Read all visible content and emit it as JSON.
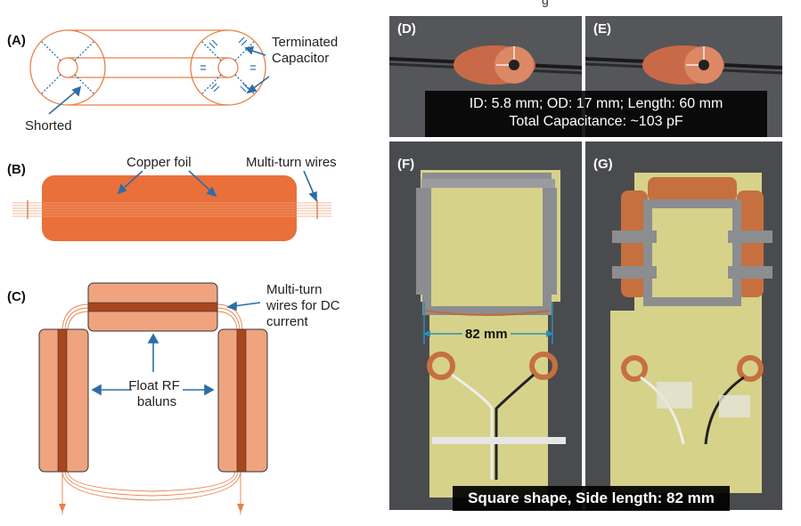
{
  "figure_top_text": "g",
  "panel_a": {
    "label": "(A)",
    "terminated_capacitor": [
      "Terminated",
      "Capacitor"
    ],
    "shorted": "Shorted"
  },
  "panel_b": {
    "label": "(B)",
    "copper_foil": "Copper foil",
    "multi_turn_wires": "Multi-turn wires"
  },
  "panel_c": {
    "label": "(C)",
    "multi_turn_dc": [
      "Multi-turn",
      "wires for DC",
      "current"
    ],
    "float_rf": [
      "Float RF",
      "baluns"
    ]
  },
  "photos": {
    "d_label": "(D)",
    "e_label": "(E)",
    "f_label": "(F)",
    "g_label": "(G)",
    "spec_line1": "ID: 5.8 mm; OD: 17 mm; Length: 60 mm",
    "spec_line2": "Total Capacitance: ~103 pF",
    "dimension_82": "82 mm",
    "bottom_caption": "Square shape, Side length: 82 mm"
  },
  "colors": {
    "orange_line": "#e8804a",
    "copper_fill": "#e9703a",
    "balun_fill": "#efa37f",
    "balun_stripe": "#a8461e",
    "arrow_blue": "#2e6da4",
    "board_yellow": "#d9d98a",
    "photo_bg": "#4a4b4f"
  }
}
